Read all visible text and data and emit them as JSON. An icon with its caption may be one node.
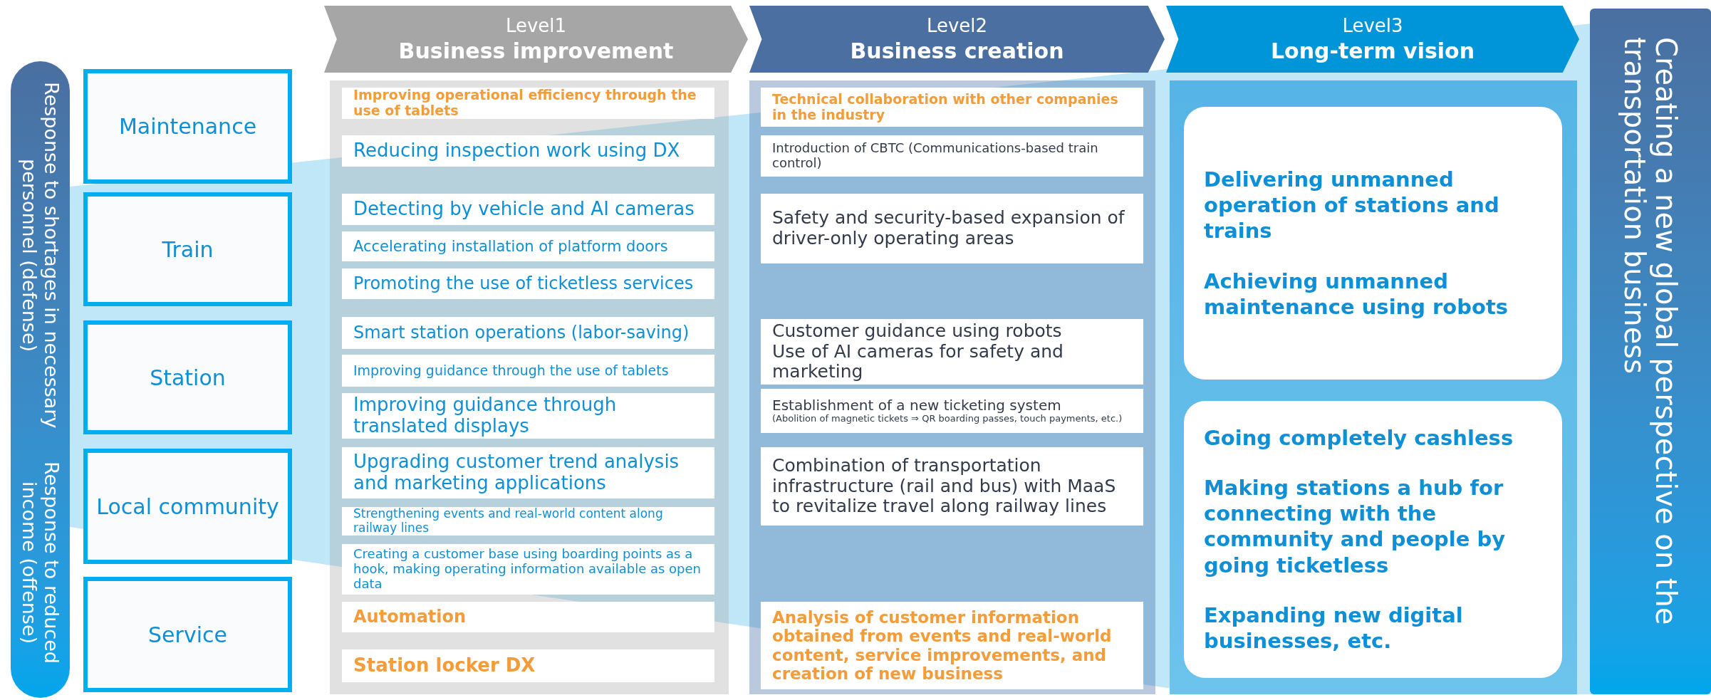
{
  "diagram": {
    "nodes": [
      {
        "text": [
          "Response to shortages in necessary personnel (defense)",
          "Response to reduced income (offense)"
        ]
      },
      {
        "text": [
          "Maintenance"
        ]
      },
      {
        "text": [
          "Train"
        ]
      },
      {
        "text": [
          "Station"
        ]
      },
      {
        "text": [
          "Local community"
        ]
      },
      {
        "text": [
          "Service"
        ]
      },
      {
        "text": [
          "Level1",
          "Business improvement"
        ]
      },
      {
        "text": [
          "Level2",
          "Business creation"
        ]
      },
      {
        "text": [
          "Level3",
          "Long-term vision"
        ]
      },
      {
        "text": [
          "Creating a new global perspective on the transportation business"
        ]
      },
      {
        "text": [
          "Improving operational efficiency through the use of tablets"
        ]
      },
      {
        "text": [
          "Reducing inspection work using DX"
        ]
      },
      {
        "text": [
          "Detecting by vehicle and AI cameras"
        ]
      },
      {
        "text": [
          "Accelerating installation of platform doors"
        ]
      },
      {
        "text": [
          "Promoting the use of ticketless services"
        ]
      },
      {
        "text": [
          "Smart station operations (labor-saving)"
        ]
      },
      {
        "text": [
          "Improving guidance through the use of tablets"
        ]
      },
      {
        "text": [
          "Improving guidance through translated displays"
        ]
      },
      {
        "text": [
          "Upgrading customer trend analysis and marketing applications"
        ]
      },
      {
        "text": [
          "Strengthening events and real-world content along railway lines"
        ]
      },
      {
        "text": [
          "Creating a customer base using boarding points as a hook, making operating information available as open data"
        ]
      },
      {
        "text": [
          "Automation"
        ]
      },
      {
        "text": [
          "Station locker DX"
        ]
      },
      {
        "text": [
          "Technical collaboration with other companies in the industry"
        ]
      },
      {
        "text": [
          "Introduction of CBTC (Communications-based train control)"
        ]
      },
      {
        "text": [
          "Safety and security-based expansion of driver-only operating areas"
        ]
      },
      {
        "text": [
          "Customer guidance using robots",
          "Use of AI cameras for safety and marketing"
        ]
      },
      {
        "text": [
          "Establishment of a new ticketing system",
          "(Abolition of magnetic tickets ⇒ QR boarding passes, touch payments, etc.)"
        ]
      },
      {
        "text": [
          "Combination of transportation infrastructure (rail and bus) with MaaS to revitalize travel along railway lines"
        ]
      },
      {
        "text": [
          "Analysis of customer information obtained from events and real-world content, service improvements, and creation of new business"
        ]
      },
      {
        "text": [
          "Delivering unmanned operation of stations and trains",
          "Achieving unmanned maintenance using robots"
        ]
      },
      {
        "text": [
          "Going completely cashless",
          "Making stations a hub for connecting with the community and people by going ticketless",
          "Expanding new digital businesses, etc."
        ]
      }
    ]
  }
}
